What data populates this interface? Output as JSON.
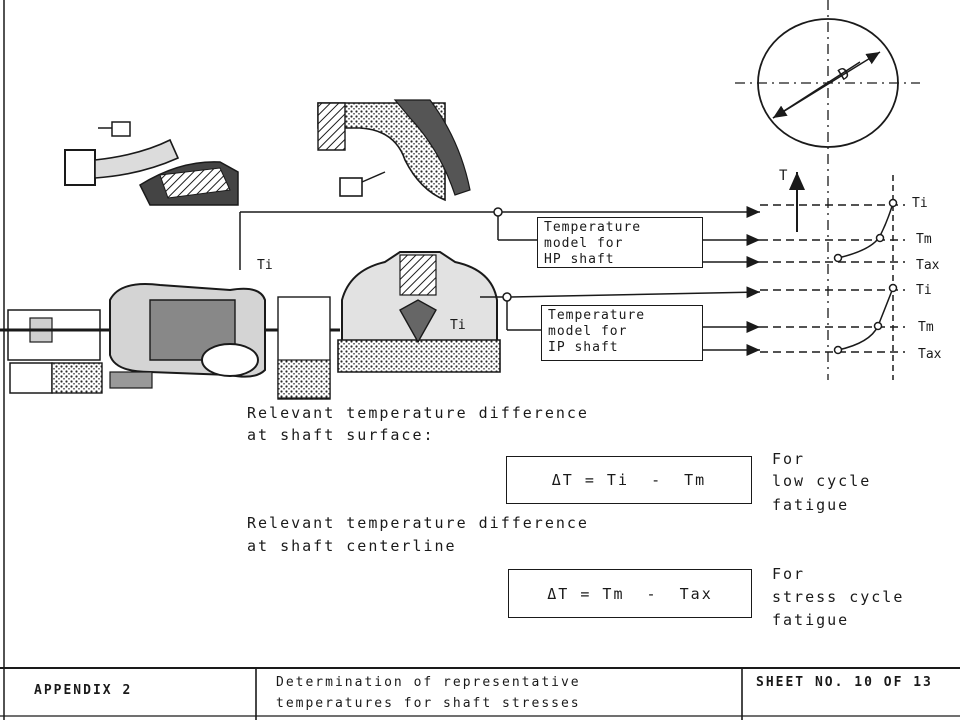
{
  "diagram": {
    "colors": {
      "ink": "#1a1a1a",
      "paper": "#ffffff",
      "shade": "#8a8a8a"
    },
    "symbols": {
      "diameter": "D",
      "T_axis": "T",
      "Ti_label_hp": "Ti",
      "Ti_label_ip": "Ti",
      "Ti_label_center": "Ti"
    },
    "hp_model": {
      "line1": "Temperature",
      "line2": "model for",
      "line3": "HP shaft"
    },
    "ip_model": {
      "line1": "Temperature",
      "line2": "model for",
      "line3": "IP shaft"
    },
    "hp_outputs": {
      "ti": "Ti",
      "tm": "Tm",
      "tax": "Tax"
    },
    "ip_outputs": {
      "ti": "Ti",
      "tm": "Tm",
      "tax": "Tax"
    }
  },
  "text": {
    "surface_line1": "Relevant temperature difference",
    "surface_line2": "at shaft surface:",
    "formula1_prefix": "ΔT = Ti",
    "formula1_minus": "-",
    "formula1_suffix": "Tm",
    "note1_line1": "For",
    "note1_line2": "low cycle",
    "note1_line3": "fatigue",
    "center_line1": "Relevant temperature difference",
    "center_line2": "at shaft centerline",
    "formula2_prefix": "ΔT =",
    "formula2_mid": "Tm",
    "formula2_minus": "-",
    "formula2_suffix": "Tax",
    "note2_line1": "For",
    "note2_line2": "stress cycle",
    "note2_line3": "fatigue"
  },
  "footer": {
    "appendix": "APPENDIX 2",
    "desc_line1": "Determination of representative",
    "desc_line2": "temperatures for shaft stresses",
    "sheet": "SHEET NO. 10 OF 13"
  }
}
